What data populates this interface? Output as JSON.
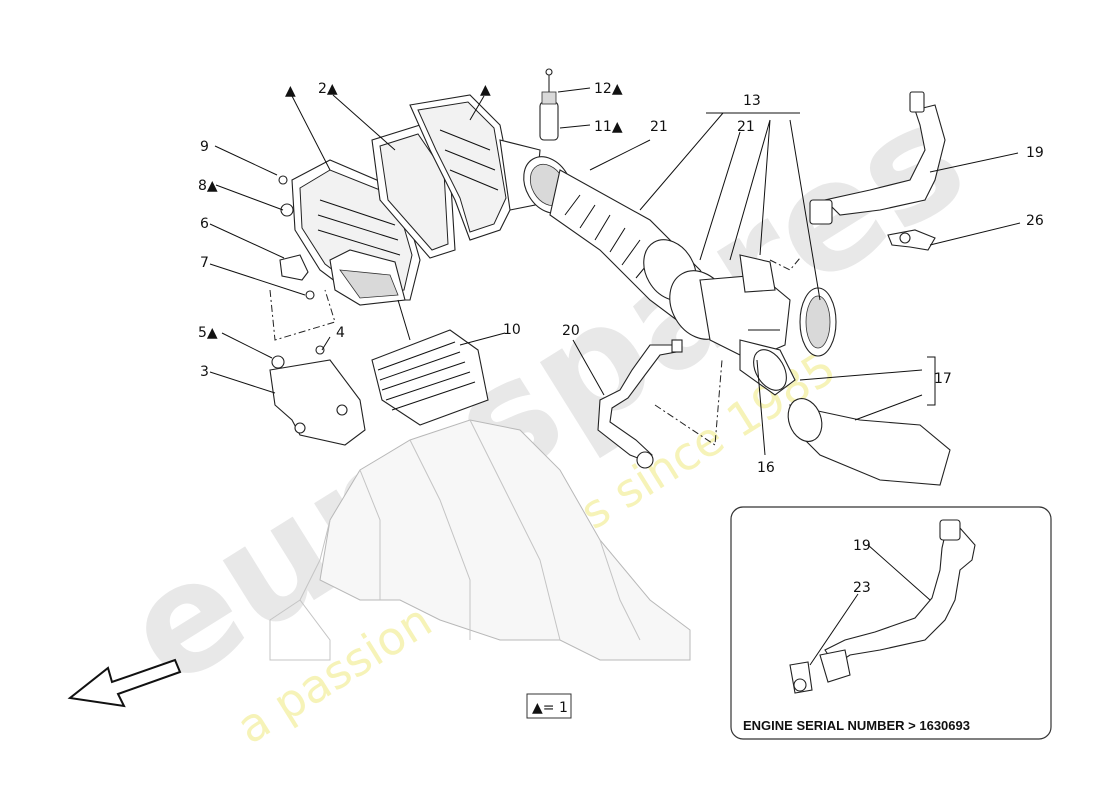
{
  "watermark": {
    "brand": "eurospares",
    "tagline": "a passion for parts since 1985"
  },
  "callouts": [
    {
      "id": "c-tri-a",
      "label": "▲"
    },
    {
      "id": "c-2",
      "label": "2▲"
    },
    {
      "id": "c-tri-b",
      "label": "▲"
    },
    {
      "id": "c-12",
      "label": "12▲"
    },
    {
      "id": "c-11",
      "label": "11▲"
    },
    {
      "id": "c-21a",
      "label": "21"
    },
    {
      "id": "c-13",
      "label": "13"
    },
    {
      "id": "c-21b",
      "label": "21"
    },
    {
      "id": "c-19",
      "label": "19"
    },
    {
      "id": "c-26",
      "label": "26"
    },
    {
      "id": "c-9",
      "label": "9"
    },
    {
      "id": "c-8",
      "label": "8▲"
    },
    {
      "id": "c-6",
      "label": "6"
    },
    {
      "id": "c-7",
      "label": "7"
    },
    {
      "id": "c-5",
      "label": "5▲"
    },
    {
      "id": "c-4",
      "label": "4"
    },
    {
      "id": "c-3",
      "label": "3"
    },
    {
      "id": "c-10",
      "label": "10"
    },
    {
      "id": "c-20",
      "label": "20"
    },
    {
      "id": "c-17",
      "label": "17"
    },
    {
      "id": "c-16",
      "label": "16"
    },
    {
      "id": "c-19i",
      "label": "19"
    },
    {
      "id": "c-23",
      "label": "23"
    }
  ],
  "legend": {
    "text": "▲= 1"
  },
  "inset": {
    "caption": "ENGINE SERIAL NUMBER > 1630693"
  }
}
